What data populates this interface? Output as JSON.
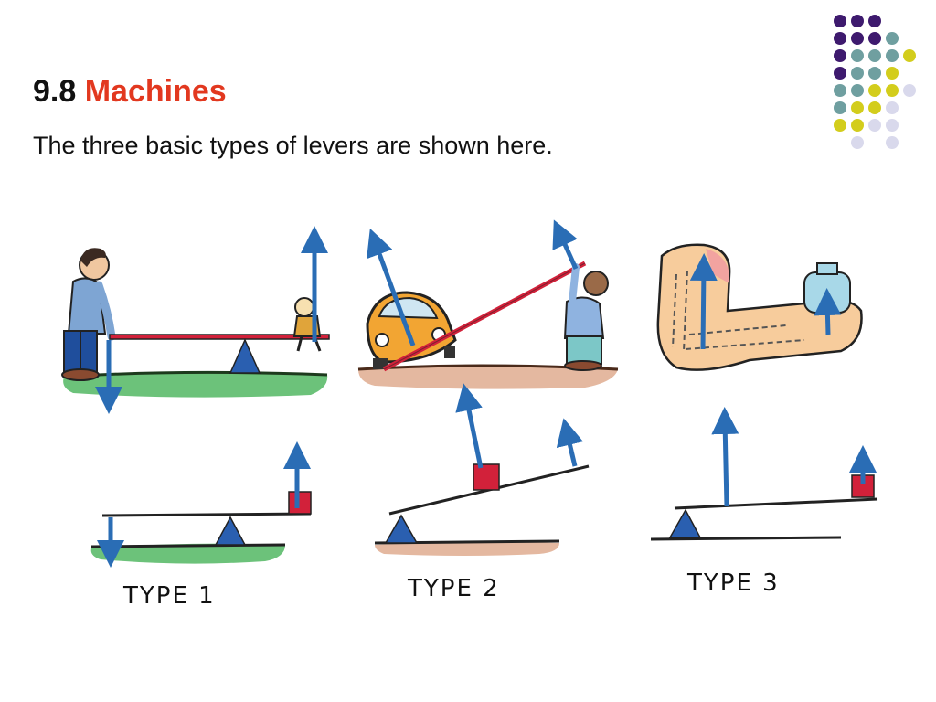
{
  "slide": {
    "number": "9.8",
    "title": "Machines",
    "subtitle": "The three basic types of levers are shown here."
  },
  "levers": [
    {
      "label": "TYPE 1",
      "example": "seesaw"
    },
    {
      "label": "TYPE 2",
      "example": "car lifted with a bar"
    },
    {
      "label": "TYPE 3",
      "example": "forearm lifting a weight"
    }
  ],
  "colors": {
    "accent": "#e2381f",
    "arrow": "#2a6db5",
    "fulcrum": "#2a5fb0",
    "load": "#d2213a",
    "dot_purple": "#3e1a6e",
    "dot_teal": "#6f9fa0",
    "dot_yellow": "#d3cd1c",
    "dot_lilac": "#d9d9ec"
  }
}
